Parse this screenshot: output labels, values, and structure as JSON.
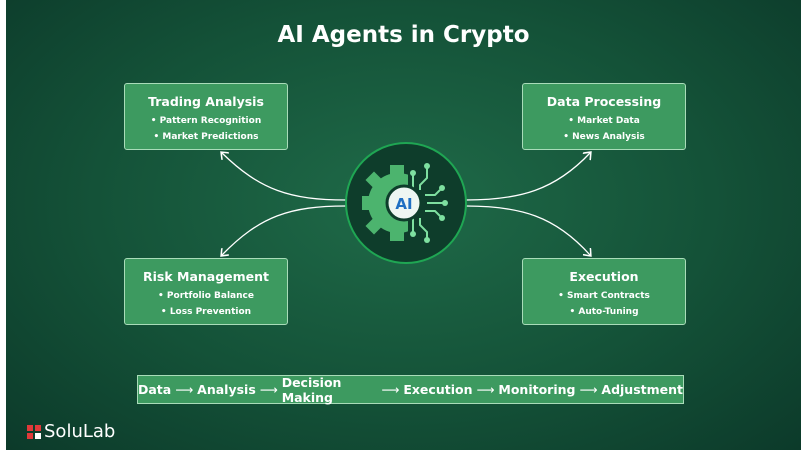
{
  "title": "AI Agents in Crypto",
  "center": {
    "label": "AI"
  },
  "boxes": [
    {
      "title": "Trading Analysis",
      "items": [
        "Pattern Recognition",
        "Market Predictions"
      ]
    },
    {
      "title": "Data Processing",
      "items": [
        "Market Data",
        "News Analysis"
      ]
    },
    {
      "title": "Risk Management",
      "items": [
        "Portfolio Balance",
        "Loss Prevention"
      ]
    },
    {
      "title": "Execution",
      "items": [
        "Smart Contracts",
        "Auto-Tuning"
      ]
    }
  ],
  "flow": [
    "Data",
    "Analysis",
    "Decision Making",
    "Execution",
    "Monitoring",
    "Adjustment"
  ],
  "flow_arrow": "⟶",
  "bullet": "•",
  "brand": "SoluLab"
}
